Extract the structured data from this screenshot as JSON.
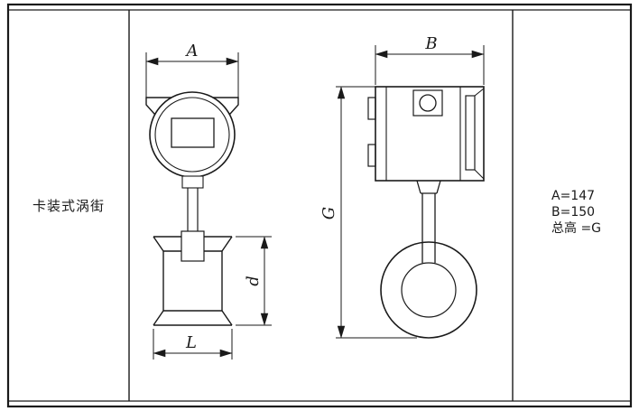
{
  "sheet": {
    "row_label": "卡装式涡街",
    "notes": [
      "A=147",
      "B=150",
      "总高 =G"
    ]
  },
  "dims": {
    "front_width": "A",
    "side_width": "B",
    "total_height": "G",
    "bore": "d",
    "face_length": "L"
  }
}
